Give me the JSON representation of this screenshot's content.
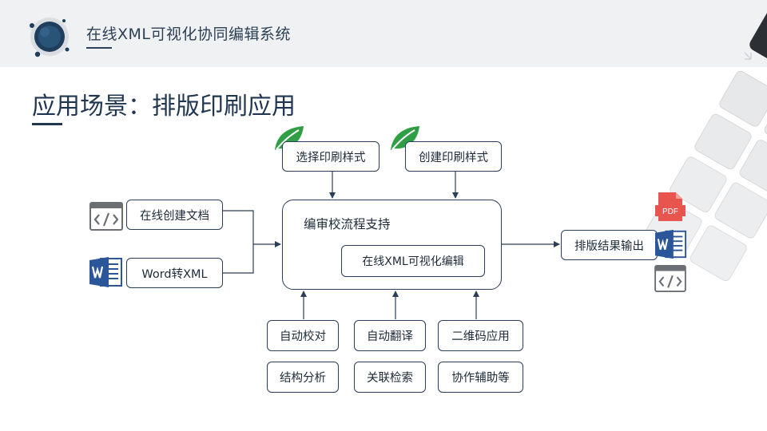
{
  "header": {
    "title": "在线XML可视化协同编辑系统"
  },
  "slide": {
    "title": "应用场景：排版印刷应用"
  },
  "diagram": {
    "top_inputs": [
      "选择印刷样式",
      "创建印刷样式"
    ],
    "left_inputs": [
      "在线创建文档",
      "Word转XML"
    ],
    "main": {
      "label": "编审校流程支持",
      "inner": "在线XML可视化编辑"
    },
    "output": "排版结果输出",
    "bottom_row1": [
      "自动校对",
      "自动翻译",
      "二维码应用"
    ],
    "bottom_row2": [
      "结构分析",
      "关联检索",
      "协作辅助等"
    ],
    "output_formats": {
      "pdf": "PDF"
    }
  },
  "icons": {
    "logo": "globe-logo-icon",
    "leaf": "leaf-icon",
    "code_window": "code-window-icon",
    "word": "word-document-icon",
    "pdf": "pdf-document-icon"
  },
  "colors": {
    "primary": "#2a3e58",
    "leaf": "#2f9e44",
    "word": "#2b579a",
    "pdf": "#e8544e"
  }
}
